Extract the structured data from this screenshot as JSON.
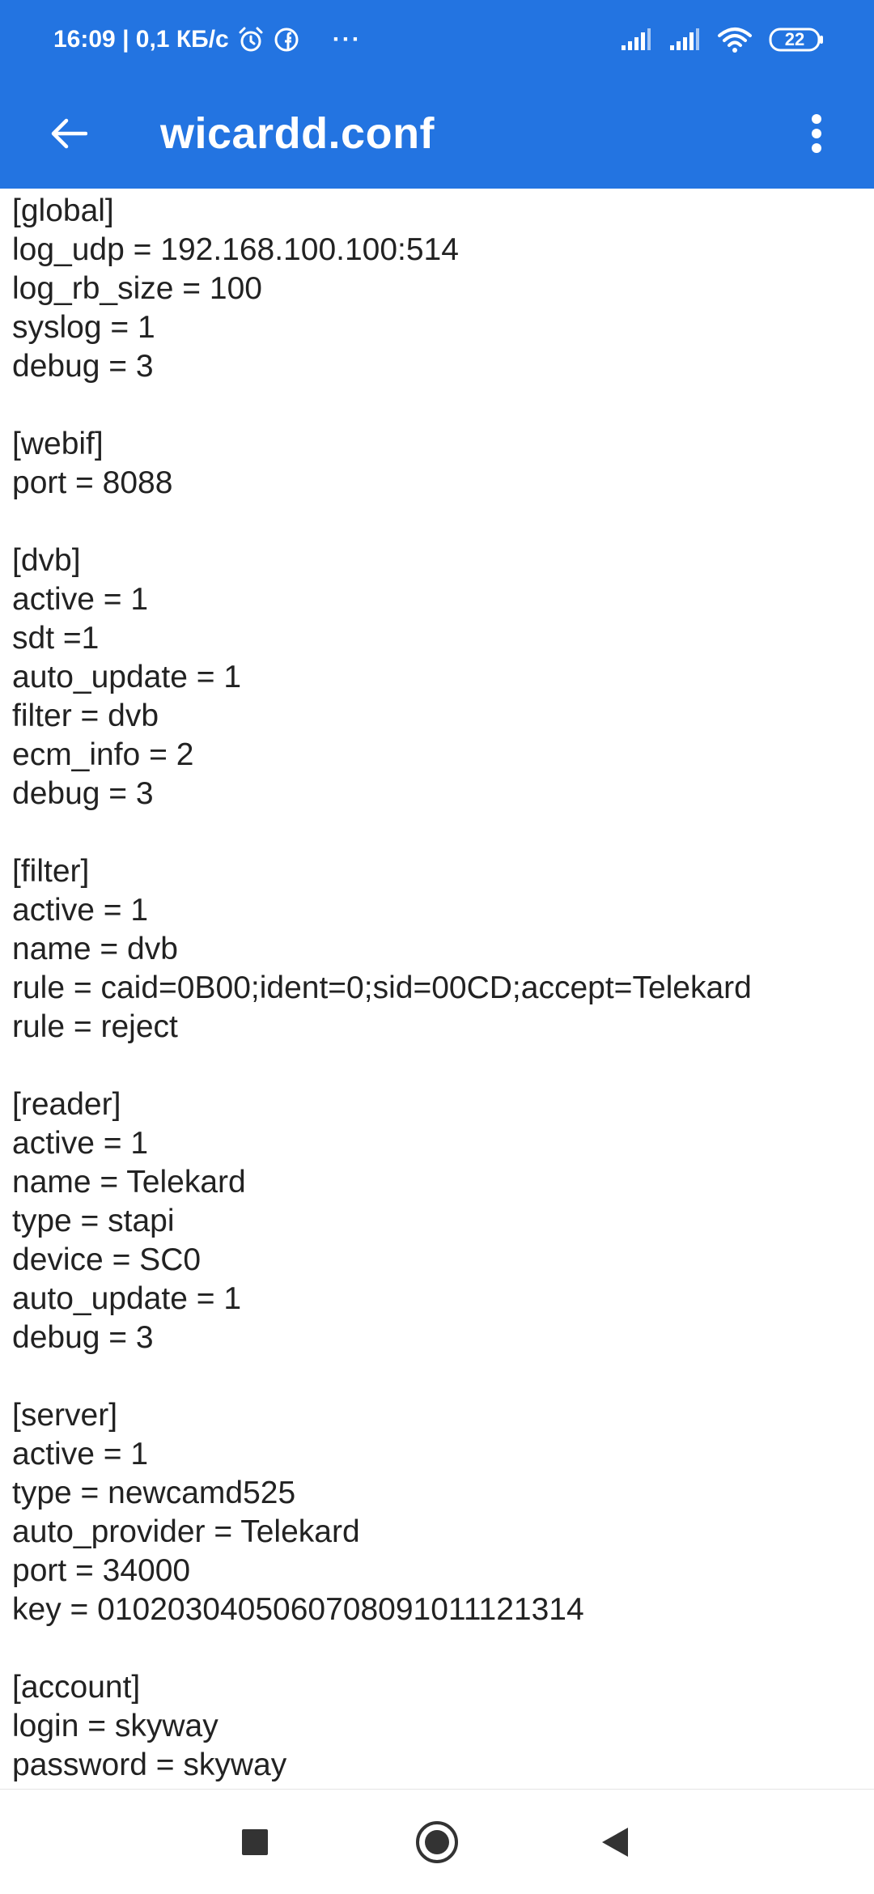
{
  "status_bar": {
    "time_speed": "16:09 | 0,1 КБ/с",
    "more": "···",
    "battery": "22"
  },
  "toolbar": {
    "title": "wicardd.conf"
  },
  "file": {
    "lines": [
      "[global]",
      "log_udp = 192.168.100.100:514",
      "log_rb_size = 100",
      "syslog = 1",
      "debug = 3",
      "",
      "[webif]",
      "port = 8088",
      "",
      "[dvb]",
      "active = 1",
      "sdt =1",
      "auto_update = 1",
      "filter = dvb",
      "ecm_info = 2",
      "debug = 3",
      "",
      "[filter]",
      "active = 1",
      "name = dvb",
      "rule = caid=0B00;ident=0;sid=00CD;accept=Telekard",
      "rule = reject",
      "",
      "[reader]",
      "active = 1",
      "name = Telekard",
      "type = stapi",
      "device = SC0",
      "auto_update = 1",
      "debug = 3",
      "",
      "[server]",
      "active = 1",
      "type = newcamd525",
      "auto_provider = Telekard",
      "port = 34000",
      "key = 0102030405060708091011121314",
      "",
      "[account]",
      "login = skyway",
      "password = skyway"
    ]
  },
  "colors": {
    "app_bar": "#2374E1",
    "text": "#222222",
    "nav_icon": "#333333"
  },
  "icons": {
    "alarm": "alarm-icon",
    "facebook": "facebook-icon",
    "signal": "signal-icon",
    "wifi": "wifi-icon",
    "battery": "battery-icon",
    "back": "arrow-left-icon",
    "menu": "more-vertical-icon",
    "recents": "square-icon",
    "home": "circle-icon",
    "nav_back": "triangle-back-icon"
  }
}
